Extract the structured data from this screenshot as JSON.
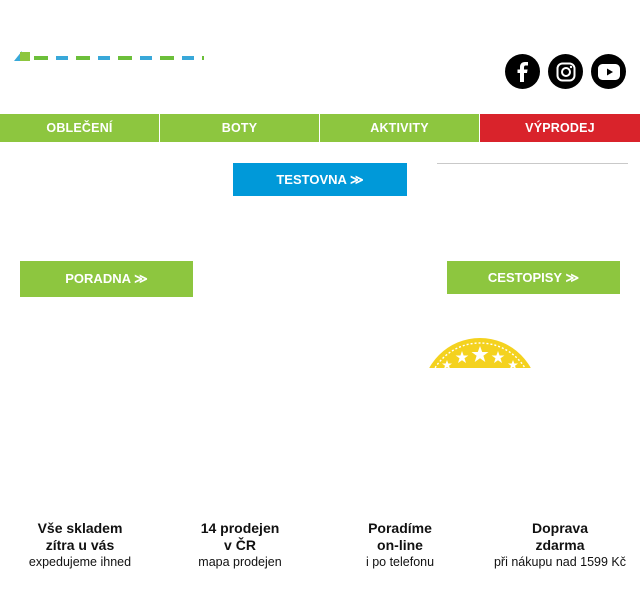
{
  "nav": {
    "items": [
      {
        "label": "OBLEČENÍ"
      },
      {
        "label": "BOTY"
      },
      {
        "label": "AKTIVITY"
      },
      {
        "label": "VÝPRODEJ"
      }
    ]
  },
  "buttons": {
    "testovna": "TESTOVNA ≫",
    "poradna": "PORADNA ≫",
    "cestopisy": "CESTOPISY ≫"
  },
  "social": [
    "facebook-icon",
    "instagram-icon",
    "youtube-icon"
  ],
  "features": [
    {
      "line1": "Vše skladem",
      "line2": "zítra u vás",
      "sub": "expedujeme ihned"
    },
    {
      "line1": "14 prodejen",
      "line2": "v ČR",
      "sub": "mapa prodejen"
    },
    {
      "line1": "Poradíme",
      "line2": "on-line",
      "sub": "i po telefonu"
    },
    {
      "line1": "Doprava",
      "line2": "zdarma",
      "sub": "při nákupu nad 1599 Kč"
    }
  ],
  "colors": {
    "nav_green": "#8dc63f",
    "sale_red": "#d9232b",
    "testovna_blue": "#0099d9",
    "badge_yellow": "#f4d21f"
  }
}
